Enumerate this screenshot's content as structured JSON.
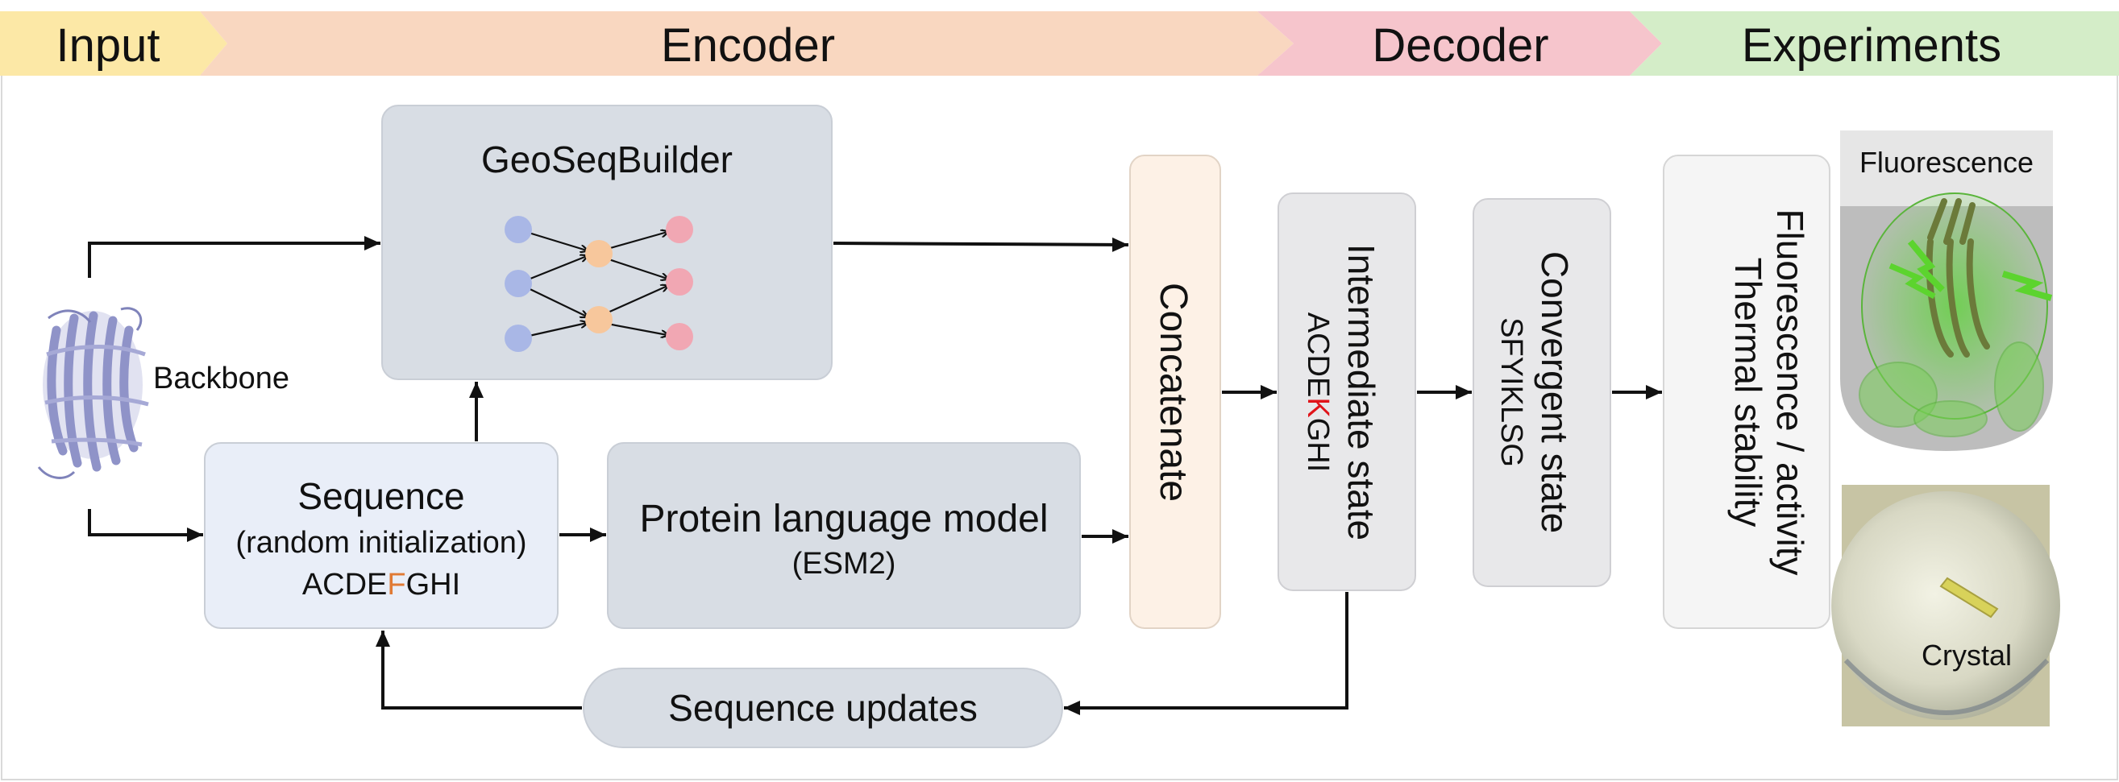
{
  "stages": {
    "input": "Input",
    "encoder": "Encoder",
    "decoder": "Decoder",
    "experiments": "Experiments"
  },
  "colors": {
    "input_band": "#fce8a6",
    "encoder_band": "#f9d7c0",
    "decoder_band": "#f6c5cc",
    "experiments_band": "#d4edc8",
    "box_blue_gray": "#d8dde4",
    "box_light_blue": "#e9eef8",
    "concat_fill": "#fdf1e6",
    "state_fill": "#e8e8ea",
    "highlight_orange": "#e07a35",
    "highlight_red": "#e0141a"
  },
  "backbone": {
    "label": "Backbone"
  },
  "geoseq": {
    "title": "GeoSeqBuilder"
  },
  "sequence_box": {
    "title": "Sequence",
    "subtitle": "(random initialization)",
    "seq_prefix": "ACDE",
    "seq_highlight": "F",
    "seq_suffix": "GHI"
  },
  "plm_box": {
    "title": "Protein language model",
    "subtitle": "(ESM2)"
  },
  "concat_box": {
    "label": "Concatenate"
  },
  "intermediate": {
    "title": "Intermediate state",
    "seq_prefix": "ACDE",
    "seq_highlight": "K",
    "seq_suffix": "GHI"
  },
  "convergent": {
    "title": "Convergent state",
    "seq": "SFYIKLSG"
  },
  "ellipsis": "...",
  "experiments_box": {
    "line1": "Fluorescence / activity",
    "line2": "Thermal stability"
  },
  "fluorescence_image": {
    "label": "Fluorescence"
  },
  "crystal_image": {
    "label": "Crystal"
  },
  "updates": {
    "label": "Sequence updates"
  }
}
